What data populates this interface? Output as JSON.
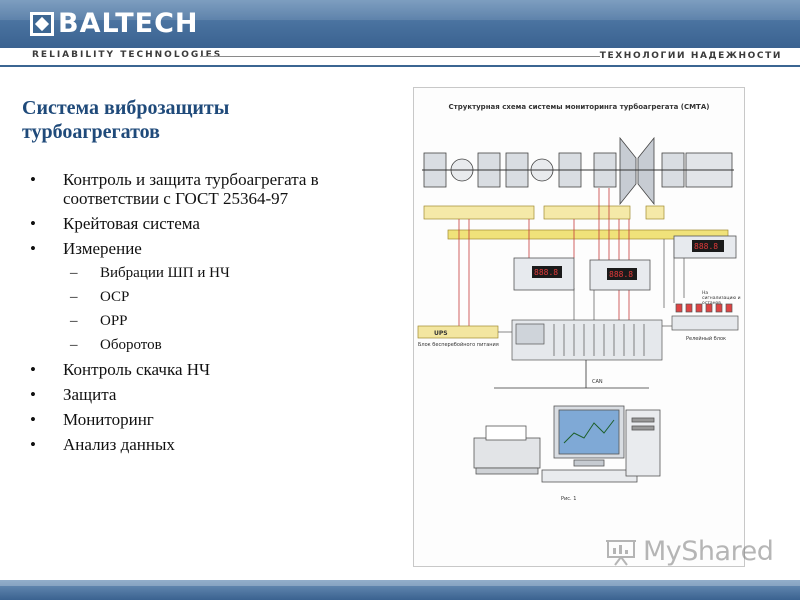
{
  "header": {
    "logo_text": "BALTECH",
    "tagline_left": "RELIABILITY  TECHNOLOGIES",
    "tagline_right": "ТЕХНОЛОГИИ НАДЕЖНОСТИ",
    "colors": {
      "bar": "#4a73a0",
      "title": "#1f4a7a"
    }
  },
  "slide": {
    "title": "Система виброзащиты турбоагрегатов",
    "bullets": [
      "Контроль и защита турбоагрегата в соответствии с ГОСТ 25364-97",
      "Крейтовая система",
      "Измерение"
    ],
    "sub_bullets": [
      "Вибрации ШП и НЧ",
      "ОСР",
      "ОРР",
      "Оборотов"
    ],
    "bullets_after": [
      "Контроль скачка НЧ",
      "Защита",
      "Мониторинг",
      "Анализ данных"
    ]
  },
  "diagram": {
    "title": "Структурная схема системы мониторинга турбоагрегата (СМТА)",
    "ups_label": "Блок бесперебойного питания",
    "ups_badge": "UPS",
    "relay_label": "Релейный блок",
    "can_label": "CAN",
    "signal_label": "На сигнализацию и останов",
    "figure_caption": "Рис. 1",
    "display_readout": "888.8"
  },
  "watermark": {
    "text": "MyShared"
  }
}
